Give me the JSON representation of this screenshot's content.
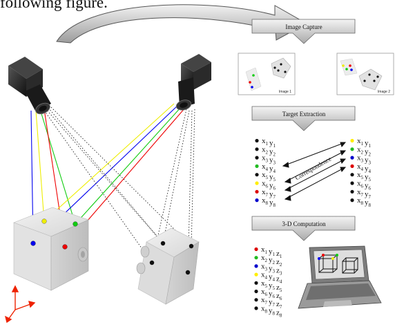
{
  "caption_partial": "following figure.",
  "banners": {
    "image_capture": "Image Capture",
    "target_extraction": "Target Extraction",
    "computation_3d": "3-D Computation"
  },
  "image_labels": [
    "Image 1",
    "Image 2"
  ],
  "correspondence_label": "Correspondence",
  "list_left": [
    {
      "base": [
        "x",
        "y"
      ],
      "sub": "1",
      "dot": "#111111"
    },
    {
      "base": [
        "x",
        "y"
      ],
      "sub": "2",
      "dot": "#111111"
    },
    {
      "base": [
        "x",
        "y"
      ],
      "sub": "3",
      "dot": "#111111"
    },
    {
      "base": [
        "x",
        "y"
      ],
      "sub": "4",
      "dot": "#22bb22"
    },
    {
      "base": [
        "x",
        "y"
      ],
      "sub": "5",
      "dot": "#111111"
    },
    {
      "base": [
        "x",
        "y"
      ],
      "sub": "6",
      "dot": "#ffee00"
    },
    {
      "base": [
        "x",
        "y"
      ],
      "sub": "7",
      "dot": "#dd0000"
    },
    {
      "base": [
        "x",
        "y"
      ],
      "sub": "8",
      "dot": "#0000cc"
    }
  ],
  "list_right": [
    {
      "base": [
        "x",
        "y"
      ],
      "sub": "1",
      "dot": "#ffee00"
    },
    {
      "base": [
        "x",
        "y"
      ],
      "sub": "2",
      "dot": "#22bb22"
    },
    {
      "base": [
        "x",
        "y"
      ],
      "sub": "3",
      "dot": "#0000cc"
    },
    {
      "base": [
        "x",
        "y"
      ],
      "sub": "4",
      "dot": "#dd0000"
    },
    {
      "base": [
        "x",
        "y"
      ],
      "sub": "5",
      "dot": "#111111"
    },
    {
      "base": [
        "x",
        "y"
      ],
      "sub": "6",
      "dot": "#111111"
    },
    {
      "base": [
        "x",
        "y"
      ],
      "sub": "7",
      "dot": "#111111"
    },
    {
      "base": [
        "x",
        "y"
      ],
      "sub": "8",
      "dot": "#111111"
    }
  ],
  "list_3d": [
    {
      "base": [
        "x",
        "y",
        "z"
      ],
      "sub": "1",
      "dot": "#dd0000"
    },
    {
      "base": [
        "x",
        "y",
        "z"
      ],
      "sub": "2",
      "dot": "#22bb22"
    },
    {
      "base": [
        "x",
        "y",
        "z"
      ],
      "sub": "3",
      "dot": "#0000cc"
    },
    {
      "base": [
        "x",
        "y",
        "z"
      ],
      "sub": "4",
      "dot": "#ffee00"
    },
    {
      "base": [
        "x",
        "y",
        "z"
      ],
      "sub": "5",
      "dot": "#111111"
    },
    {
      "base": [
        "x",
        "y",
        "z"
      ],
      "sub": "6",
      "dot": "#111111"
    },
    {
      "base": [
        "x",
        "y",
        "z"
      ],
      "sub": "7",
      "dot": "#111111"
    },
    {
      "base": [
        "x",
        "y",
        "z"
      ],
      "sub": "8",
      "dot": "#111111"
    }
  ],
  "ray_colors": {
    "blue": "#0000ee",
    "yellow": "#eeee00",
    "green": "#11cc11",
    "red": "#ee0000",
    "black": "#222222"
  }
}
